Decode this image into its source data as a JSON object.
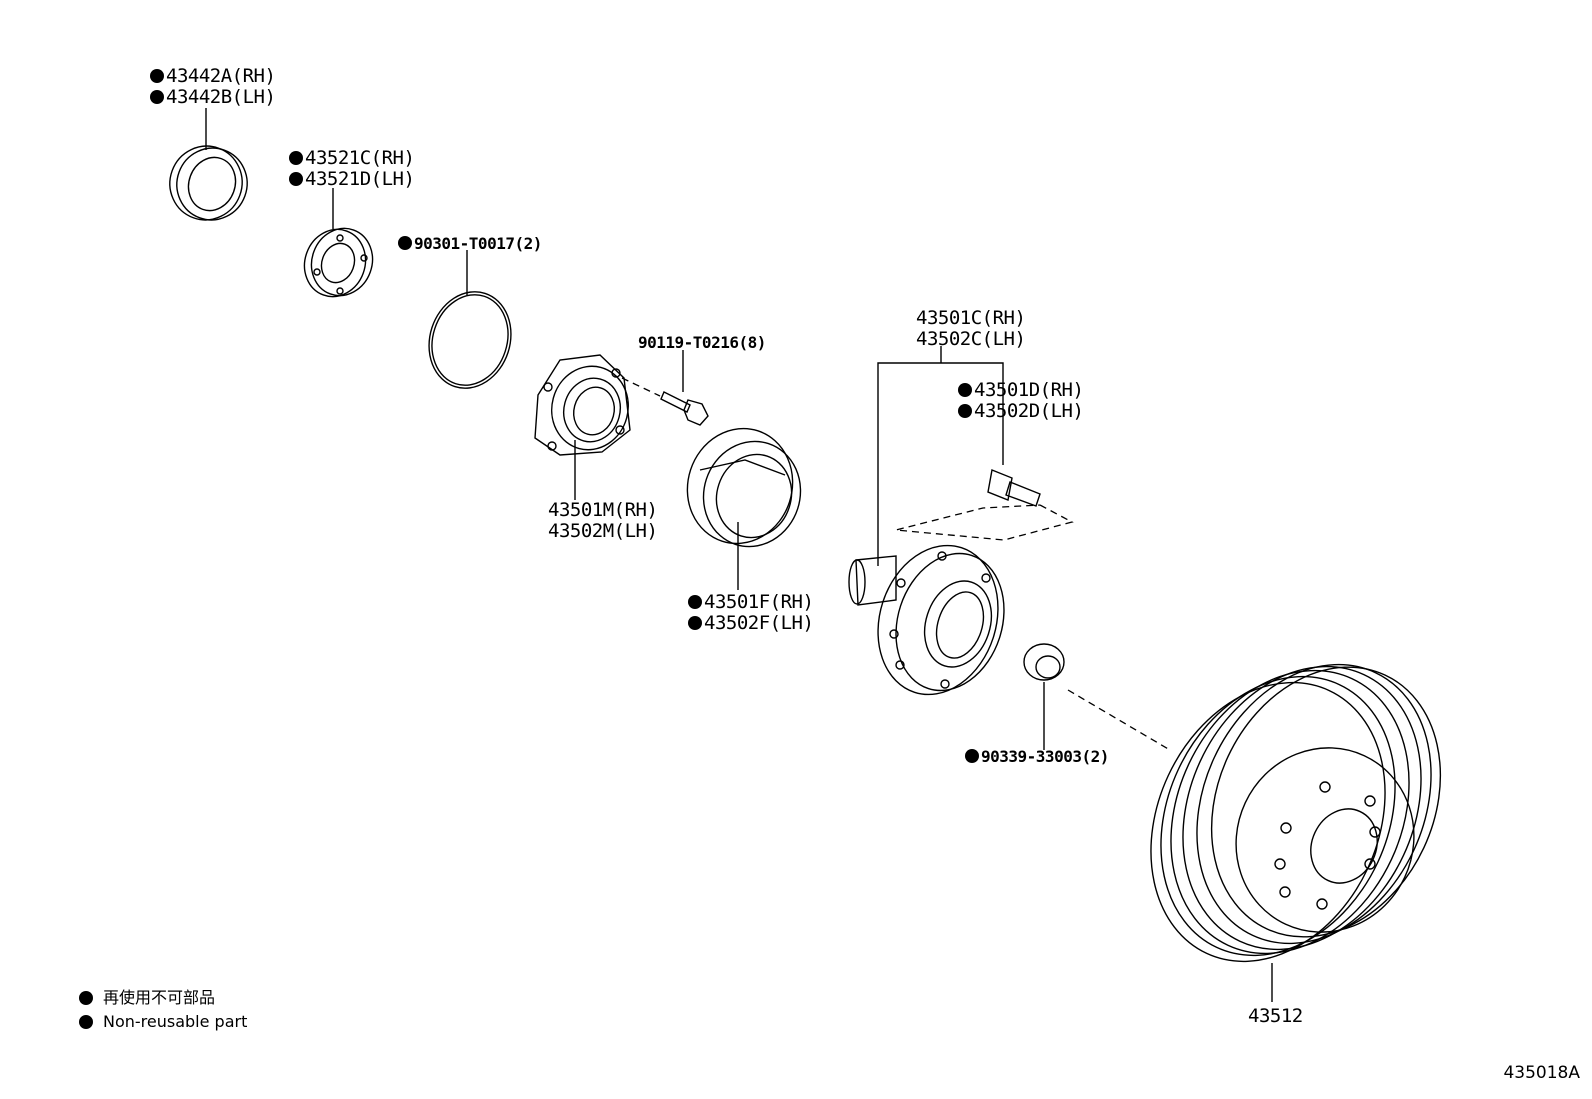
{
  "labels": {
    "p43442": {
      "line1": "43442A(RH)",
      "line2": "43442B(LH)",
      "non_reusable": true
    },
    "p43521": {
      "line1": "43521C(RH)",
      "line2": "43521D(LH)",
      "non_reusable": true
    },
    "p90301": {
      "line1": "90301-T0017(2)",
      "non_reusable": true
    },
    "p90119": {
      "line1": "90119-T0216(8)",
      "non_reusable": false
    },
    "p43501M": {
      "line1": "43501M(RH)",
      "line2": "43502M(LH)",
      "non_reusable": false
    },
    "p43501C": {
      "line1": "43501C(RH)",
      "line2": "43502C(LH)",
      "non_reusable": false
    },
    "p43501D": {
      "line1": "43501D(RH)",
      "line2": "43502D(LH)",
      "non_reusable": true
    },
    "p43501F": {
      "line1": "43501F(RH)",
      "line2": "43502F(LH)",
      "non_reusable": true
    },
    "p90339": {
      "line1": "90339-33003(2)",
      "non_reusable": true
    },
    "p43512": {
      "line1": "43512",
      "non_reusable": false
    }
  },
  "legend": {
    "jp": "再使用不可部品",
    "en": "Non-reusable part"
  },
  "diagram_code": "435018A"
}
